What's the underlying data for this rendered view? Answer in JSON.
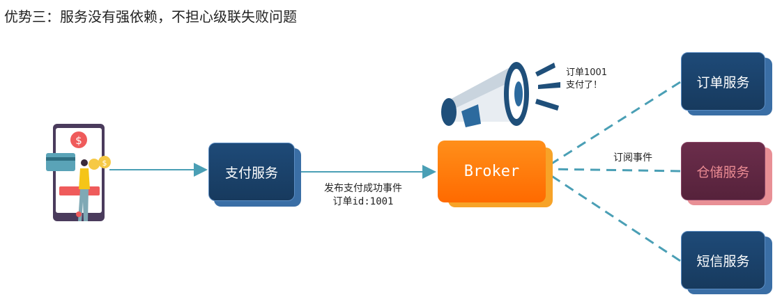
{
  "title": "优势三：服务没有强依赖，不担心级联失败问题",
  "nodes": {
    "payment": "支付服务",
    "broker": "Broker",
    "order": "订单服务",
    "storage": "仓储服务",
    "sms": "短信服务"
  },
  "labels": {
    "publish_line1": "发布支付成功事件",
    "publish_line2": "订单id:1001",
    "subscribe": "订阅事件",
    "announce_line1": "订单1001",
    "announce_line2": "支付了！"
  },
  "colors": {
    "service_blue": "#1e4a78",
    "service_maroon": "#6b2d4b",
    "broker_orange": "#ff7a00",
    "arrow_teal": "#4a9fb5"
  }
}
